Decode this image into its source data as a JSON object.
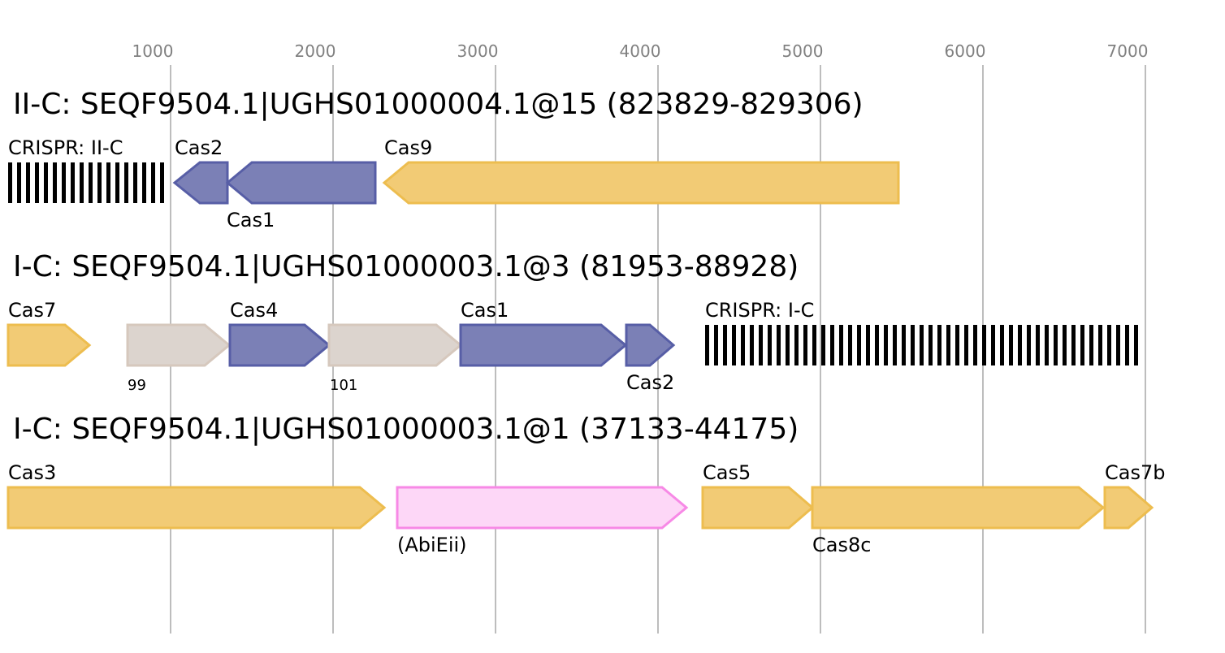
{
  "axis": {
    "ticks": [
      "1000",
      "2000",
      "3000",
      "4000",
      "5000",
      "6000",
      "7000"
    ]
  },
  "loci": [
    {
      "title": "II-C: SEQF9504.1|UGHS01000004.1@15 (823829-829306)",
      "crispr_label": "CRISPR: II-C",
      "genes": [
        {
          "label": "Cas2",
          "strand": "-",
          "category": "adaptation"
        },
        {
          "label": "Cas1",
          "strand": "-",
          "category": "adaptation"
        },
        {
          "label": "Cas9",
          "strand": "-",
          "category": "effector"
        }
      ]
    },
    {
      "title": "I-C: SEQF9504.1|UGHS01000003.1@3 (81953-88928)",
      "crispr_label": "CRISPR: I-C",
      "genes": [
        {
          "label": "Cas7",
          "strand": "+",
          "category": "effector"
        },
        {
          "label": "99",
          "strand": "+",
          "category": "unknown"
        },
        {
          "label": "Cas4",
          "strand": "+",
          "category": "adaptation"
        },
        {
          "label": "101",
          "strand": "+",
          "category": "unknown"
        },
        {
          "label": "Cas1",
          "strand": "+",
          "category": "adaptation"
        },
        {
          "label": "Cas2",
          "strand": "+",
          "category": "adaptation"
        }
      ]
    },
    {
      "title": "I-C: SEQF9504.1|UGHS01000003.1@1 (37133-44175)",
      "genes": [
        {
          "label": "Cas3",
          "strand": "+",
          "category": "effector"
        },
        {
          "label": "(AbiEii)",
          "strand": "+",
          "category": "accessory"
        },
        {
          "label": "Cas5",
          "strand": "+",
          "category": "effector"
        },
        {
          "label": "Cas8c",
          "strand": "+",
          "category": "effector"
        },
        {
          "label": "Cas7b",
          "strand": "+",
          "category": "effector"
        }
      ]
    }
  ],
  "colors": {
    "effector_fill": "#f2cb75",
    "effector_stroke": "#edbd4f",
    "adaptation_fill": "#7b80b6",
    "adaptation_stroke": "#575ea6",
    "unknown_fill": "#dcd4ce",
    "unknown_stroke": "#d6c8bd",
    "accessory_fill": "#fdd7f7",
    "accessory_stroke": "#f789e6",
    "crispr": "#000000",
    "grid": "#bdbdbd",
    "tick_text": "#808080"
  }
}
